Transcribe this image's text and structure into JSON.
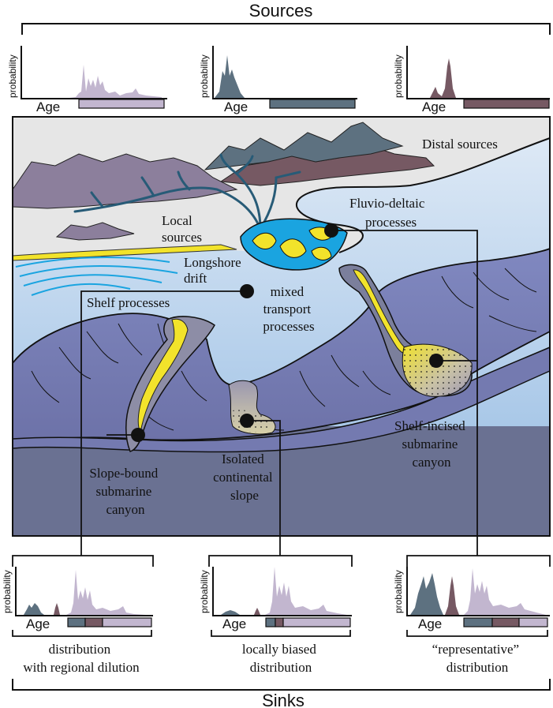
{
  "header": {
    "sources_title": "Sources"
  },
  "footer": {
    "sinks_title": "Sinks"
  },
  "axis_labels": {
    "y": "probability",
    "x": "Age"
  },
  "colors": {
    "local_source": "#8c7f9c",
    "local_source_light": "#c2b6cf",
    "regional_source": "#5d7180",
    "distal_source": "#765963",
    "sea_light": "#d6e6f4",
    "sea_mid": "#b3cee8",
    "slope": "#7a80b5",
    "deep_basin": "#6a7192",
    "land": "#e5e5e5",
    "delta": "#1aa4e0",
    "sand": "#f2e32b"
  },
  "source_plots": [
    {
      "name": "local",
      "color_key": "local_source"
    },
    {
      "name": "regional",
      "color_key": "regional_source"
    },
    {
      "name": "distal",
      "color_key": "distal_source"
    }
  ],
  "labels": {
    "distal_sources": "Distal sources",
    "local_sources": [
      "Local",
      "sources"
    ],
    "fluvio_deltaic": [
      "Fluvio-deltaic",
      "processes"
    ],
    "longshore": [
      "Longshore",
      "drift"
    ],
    "shelf_processes": "Shelf processes",
    "mixed_transport": [
      "mixed",
      "transport",
      "processes"
    ],
    "shelf_incised": [
      "Shelf-incised",
      "submarine",
      "canyon"
    ],
    "slope_bound": [
      "Slope-bound",
      "submarine",
      "canyon"
    ],
    "isolated_slope": [
      "Isolated",
      "continental",
      "slope"
    ]
  },
  "sink_plots": [
    {
      "name": "regional-dilution",
      "caption": [
        "distribution",
        "with regional dilution"
      ]
    },
    {
      "name": "locally-biased",
      "caption": [
        "locally biased",
        "distribution"
      ]
    },
    {
      "name": "representative",
      "caption": [
        "“representative”",
        "distribution"
      ]
    }
  ]
}
